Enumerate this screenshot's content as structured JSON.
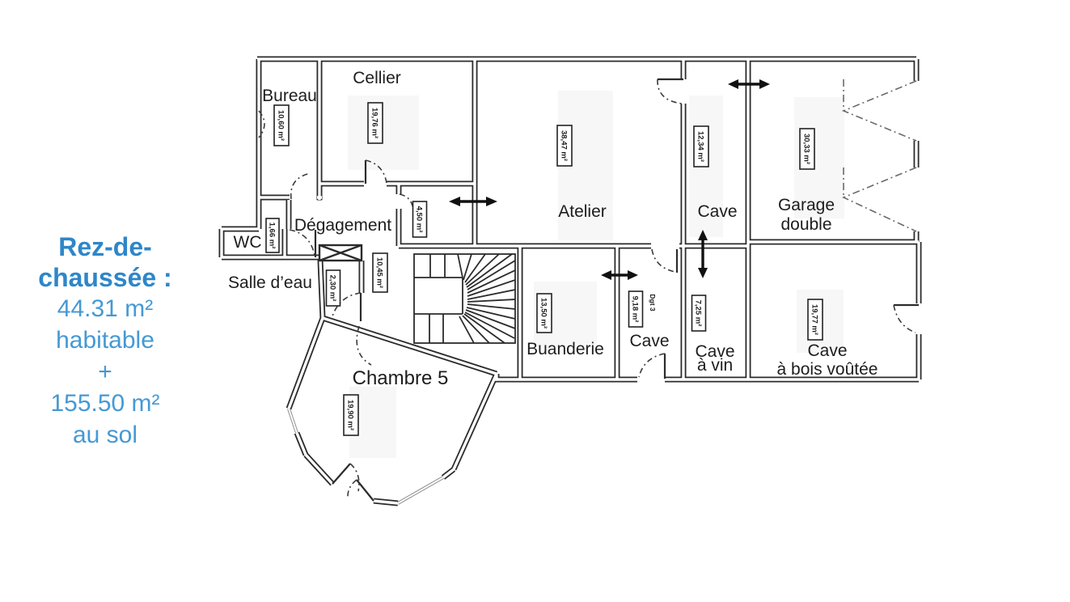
{
  "summary": {
    "title_color": "#2e86c9",
    "body_color": "#4599d4",
    "lines": [
      {
        "text": "Rez-de-"
      },
      {
        "text": "chaussée :"
      },
      {
        "text": "44.31 m²"
      },
      {
        "text": "habitable"
      },
      {
        "text": "+"
      },
      {
        "text": "155.50 m²"
      },
      {
        "text": "au sol"
      }
    ]
  },
  "rooms": {
    "bureau": {
      "name": "Bureau",
      "area": "10,60 m²"
    },
    "cellier": {
      "name": "Cellier",
      "area": "19,76 m²"
    },
    "atelier": {
      "name": "Atelier",
      "area": "38,47 m²"
    },
    "cave_haut": {
      "name": "Cave",
      "area": "12,34 m²"
    },
    "garage": {
      "name1": "Garage",
      "name2": "double",
      "area": "30,33 m²"
    },
    "wc": {
      "name": "WC",
      "area": "1,66 m²"
    },
    "degagement": {
      "name": "Dégagement",
      "area": "10,45 m²"
    },
    "salle_eau": {
      "name": "Salle d’eau",
      "area": "2,30 m²"
    },
    "sas": {
      "area": "4,50 m²"
    },
    "buanderie": {
      "name": "Buanderie",
      "area": "13,50 m²"
    },
    "cave_bas": {
      "name": "Cave",
      "area": "9,18 m²",
      "note": "Dgt 3"
    },
    "cave_vin": {
      "name1": "Cave",
      "name2": "à vin",
      "area": "7,25 m²"
    },
    "cave_bois": {
      "name1": "Cave",
      "name2": "à bois voûtée",
      "area": "19,77 m²"
    },
    "chambre5": {
      "name": "Chambre 5",
      "area": "19,90 m²"
    }
  }
}
